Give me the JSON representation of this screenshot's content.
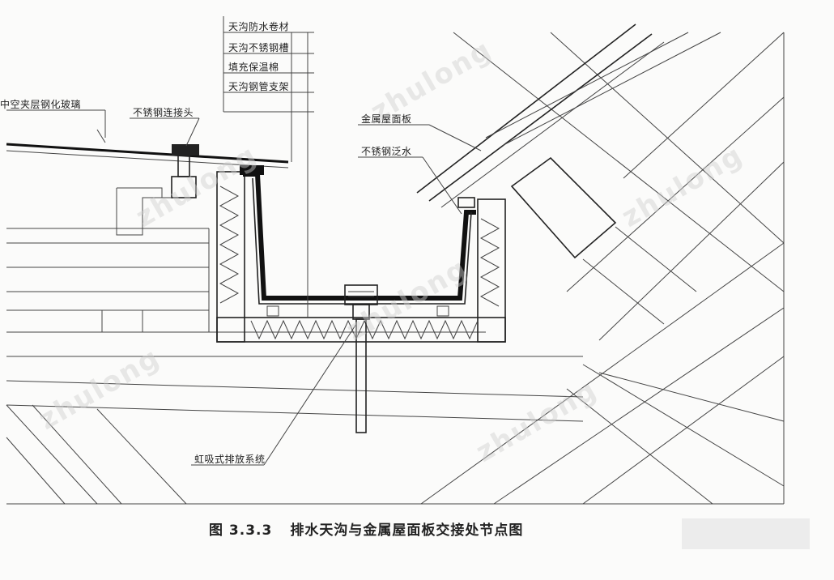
{
  "labels": {
    "gutter_membrane": "天沟防水卷材",
    "gutter_ss_plate": "天沟不锈钢槽",
    "filler_rockwool": "填充保温棉",
    "gutter_steel_bracket": "天沟钢管支架",
    "interlayer_shade": "中空夹层钢化玻璃",
    "ss_connector": "不锈钢连接头",
    "metal_roof_panel": "金属屋面板",
    "ss_flashing": "不锈钢泛水",
    "siphon_drainage": "虹吸式排放系统"
  },
  "caption": {
    "figure_number": "图 3.3.3",
    "title": "排水天沟与金属屋面板交接处节点图"
  },
  "watermark": "zhulong"
}
